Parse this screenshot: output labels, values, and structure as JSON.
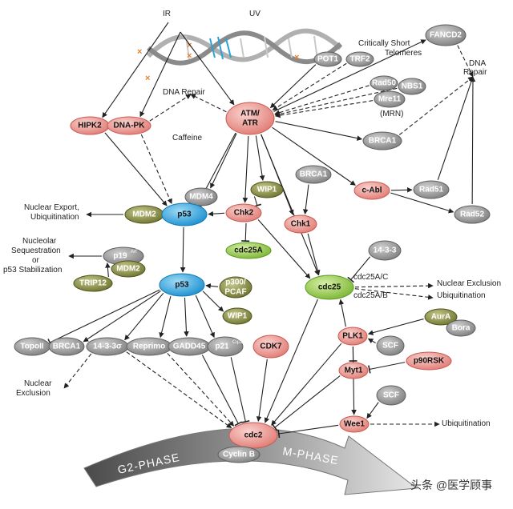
{
  "stimuli": {
    "ir": "IR",
    "uv": "UV"
  },
  "labels": {
    "telomeres": [
      "Critically Short",
      "Telomeres"
    ],
    "dna_repair_top": "DNA Repair",
    "dna_repair_right": [
      "DNA",
      "Repair"
    ],
    "mrn": "(MRN)",
    "caffeine": "Caffeine",
    "nuclear_export": [
      "Nuclear Export,",
      "Ubiquitination"
    ],
    "nucleolar": [
      "Nucleolar",
      "Sequestration",
      "or",
      "p53 Stabilization"
    ],
    "cdc25ac": "cdc25A/C",
    "cdc25ab": "cdc25A/B",
    "nuclear_exclusion_right": "Nuclear Exclusion",
    "ubiquitination_right": "Ubiquitination",
    "nuclear_exclusion_left": [
      "Nuclear",
      "Exclusion"
    ],
    "ubiquitination_bottom": "Ubiquitination",
    "g2_phase": "G2-PHASE",
    "m_phase": "M-PHASE",
    "watermark": "头条 @医学顾事"
  },
  "nodes": {
    "pot1": "POT1",
    "trf2": "TRF2",
    "fancd2": "FANCD2",
    "rad50": "Rad50",
    "nbs1": "NBS1",
    "mre11": "Mre11",
    "atm": [
      "ATM/",
      "ATR"
    ],
    "hipk2": "HIPK2",
    "dnapk": "DNA-PK",
    "brca1_top": "BRCA1",
    "brca1_mid": "BRCA1",
    "cabl": "c-Abl",
    "rad51": "Rad51",
    "rad52": "Rad52",
    "mdm4": "MDM4",
    "wip1_top": "WIP1",
    "mdm2_a": "MDM2",
    "p53_a": "p53",
    "chk2": "Chk2",
    "chk1": "Chk1",
    "cdc25a": "cdc25A",
    "p19": "p19",
    "p19_sup": "Arf",
    "mdm2_b": "MDM2",
    "trip12": "TRIP12",
    "p53_b": "p53",
    "p300": [
      "p300/",
      "PCAF"
    ],
    "wip1_b": "WIP1",
    "cdc25": "cdc25",
    "n1433": "14-3-3",
    "aura": "AurA",
    "bora": "Bora",
    "plk1": "PLK1",
    "scf_a": "SCF",
    "topoii": "TopoII",
    "brca1_low": "BRCA1",
    "n1433s": "14-3-3σ",
    "reprimo": "Reprimo",
    "gadd45": "GADD45",
    "p21": "p21",
    "p21_sup": "Cip1",
    "cdk7": "CDK7",
    "myt1": "Myt1",
    "p90rsk": "p90RSK",
    "scf_b": "SCF",
    "wee1": "Wee1",
    "cdc2": "cdc2",
    "cyclinb": "Cyclin B"
  },
  "colors": {
    "red": "#e88a84",
    "gray": "#8c8c8c",
    "olive": "#8a8f3c",
    "green": "#8cc63f",
    "blue": "#2aa7e0",
    "arrow": "#222222"
  }
}
